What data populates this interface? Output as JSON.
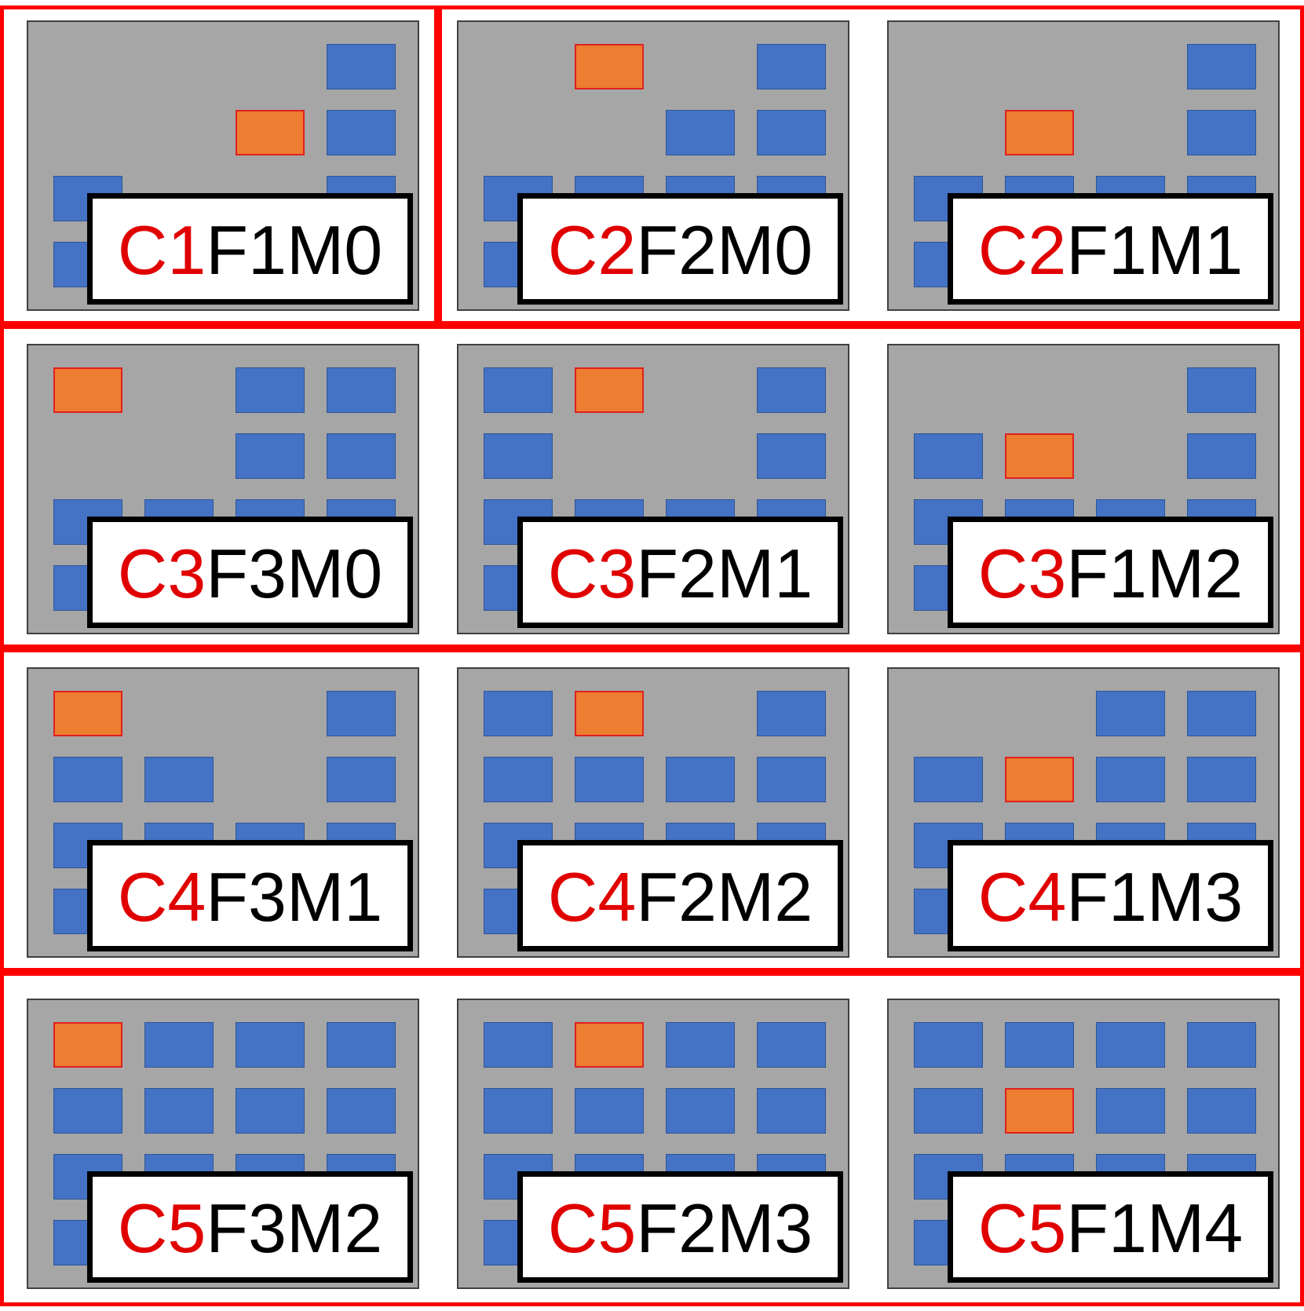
{
  "colors": {
    "outline": "#ff0000",
    "panel": "#a6a6a6",
    "blue_cell": "#4472c4",
    "orange_cell": "#ed7d31",
    "label_c": "#e00000",
    "label_rest": "#000000"
  },
  "rows": [
    {
      "panels": [
        {
          "c": "C1",
          "rest": "F1M0",
          "occupied": [
            "0-3",
            "1-2",
            "1-3",
            "2-0",
            "2-3",
            "3-0"
          ],
          "highlight": "1-2"
        }
      ]
    },
    {
      "panels": [
        {
          "c": "C2",
          "rest": "F2M0",
          "occupied": [
            "0-1",
            "0-3",
            "1-2",
            "1-3",
            "2-0",
            "2-1",
            "2-2",
            "2-3",
            "3-0"
          ],
          "highlight": "0-1"
        },
        {
          "c": "C2",
          "rest": "F1M1",
          "occupied": [
            "0-3",
            "1-1",
            "1-3",
            "2-0",
            "2-1",
            "2-2",
            "2-3",
            "3-0"
          ],
          "highlight": "1-1"
        }
      ]
    },
    {
      "panels": [
        {
          "c": "C3",
          "rest": "F3M0",
          "occupied": [
            "0-0",
            "0-2",
            "0-3",
            "1-2",
            "1-3",
            "2-0",
            "2-1",
            "2-2",
            "2-3",
            "3-0"
          ],
          "highlight": "0-0"
        },
        {
          "c": "C3",
          "rest": "F2M1",
          "occupied": [
            "0-0",
            "0-1",
            "0-3",
            "1-0",
            "1-3",
            "2-0",
            "2-1",
            "2-2",
            "2-3",
            "3-0"
          ],
          "highlight": "0-1"
        },
        {
          "c": "C3",
          "rest": "F1M2",
          "occupied": [
            "0-3",
            "1-0",
            "1-1",
            "1-3",
            "2-0",
            "2-1",
            "2-2",
            "2-3",
            "3-0"
          ],
          "highlight": "1-1"
        }
      ]
    },
    {
      "panels": [
        {
          "c": "C4",
          "rest": "F3M1",
          "occupied": [
            "0-0",
            "0-3",
            "1-0",
            "1-1",
            "1-3",
            "2-0",
            "2-1",
            "2-2",
            "2-3",
            "3-0"
          ],
          "highlight": "0-0"
        },
        {
          "c": "C4",
          "rest": "F2M2",
          "occupied": [
            "0-0",
            "0-1",
            "0-3",
            "1-0",
            "1-1",
            "1-2",
            "1-3",
            "2-0",
            "2-1",
            "2-2",
            "2-3",
            "3-0"
          ],
          "highlight": "0-1"
        },
        {
          "c": "C4",
          "rest": "F1M3",
          "occupied": [
            "0-2",
            "0-3",
            "1-0",
            "1-1",
            "1-2",
            "1-3",
            "2-0",
            "2-1",
            "2-2",
            "2-3",
            "3-0"
          ],
          "highlight": "1-1"
        }
      ]
    },
    {
      "panels": [
        {
          "c": "C5",
          "rest": "F3M2",
          "occupied": [
            "0-0",
            "0-1",
            "0-2",
            "0-3",
            "1-0",
            "1-1",
            "1-2",
            "1-3",
            "2-0",
            "2-1",
            "2-2",
            "2-3",
            "3-0"
          ],
          "highlight": "0-0"
        },
        {
          "c": "C5",
          "rest": "F2M3",
          "occupied": [
            "0-0",
            "0-1",
            "0-2",
            "0-3",
            "1-0",
            "1-1",
            "1-2",
            "1-3",
            "2-0",
            "2-1",
            "2-2",
            "2-3",
            "3-0"
          ],
          "highlight": "0-1"
        },
        {
          "c": "C5",
          "rest": "F1M4",
          "occupied": [
            "0-0",
            "0-1",
            "0-2",
            "0-3",
            "1-0",
            "1-1",
            "1-2",
            "1-3",
            "2-0",
            "2-1",
            "2-2",
            "2-3",
            "3-0"
          ],
          "highlight": "1-1"
        }
      ]
    }
  ]
}
